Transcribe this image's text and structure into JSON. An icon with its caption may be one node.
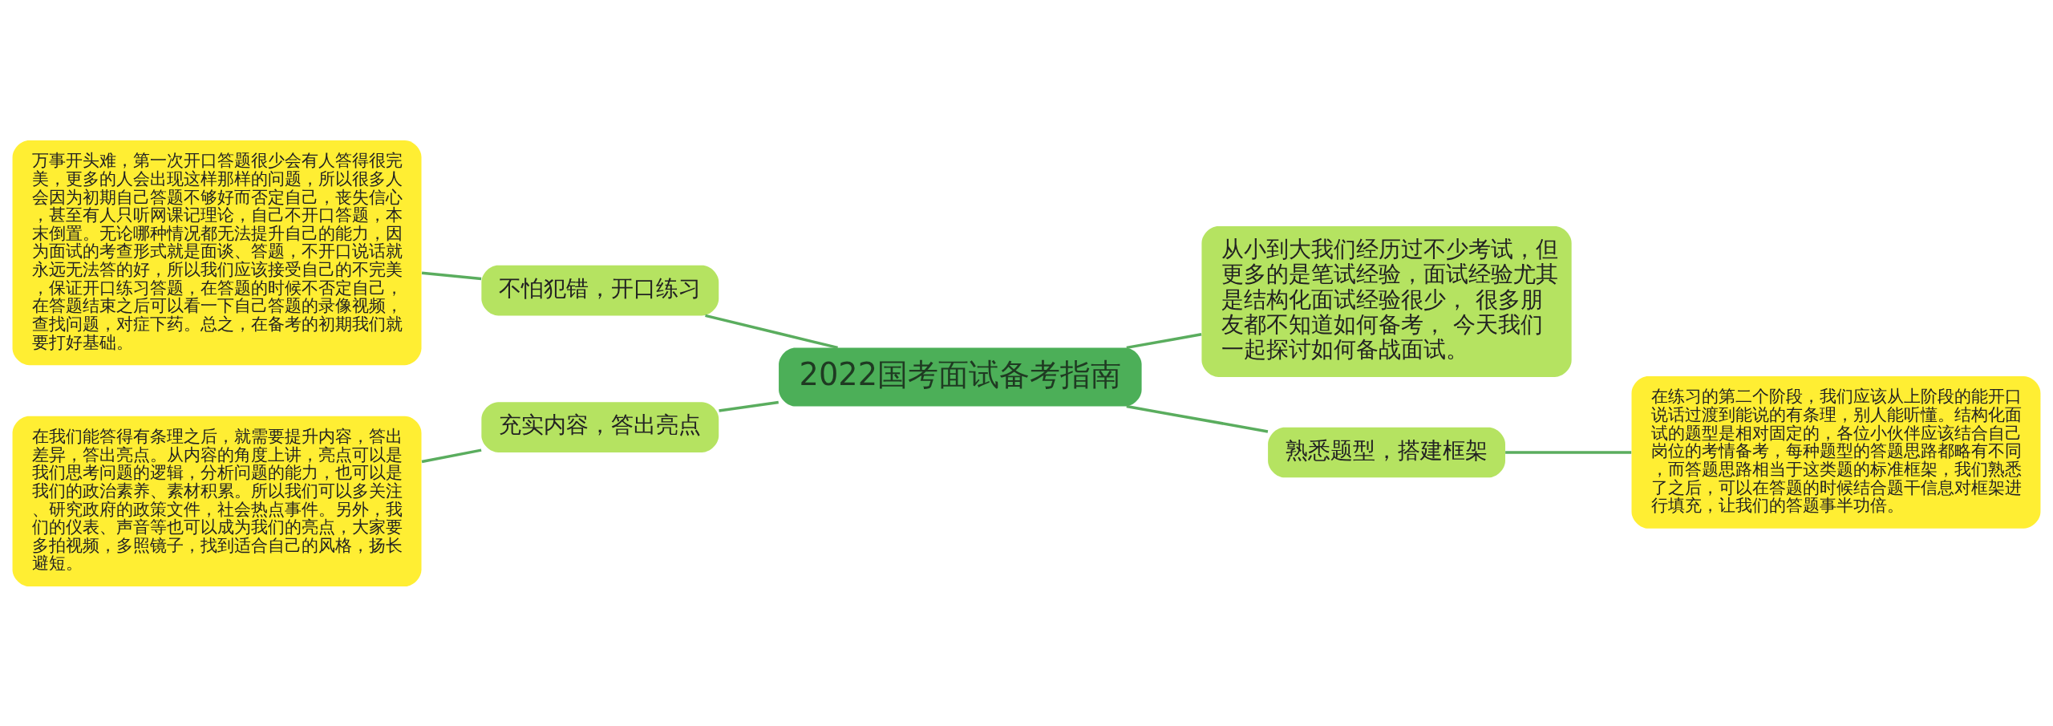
{
  "diagram": {
    "nodes": [
      {
        "text": [
          "2022国考面试备考指南"
        ]
      },
      {
        "text": [
          "不怕犯错，开口练习"
        ]
      },
      {
        "text": [
          "万事开头难，第一次开口答题很少会有人答得很完美，更多的人会出现这样那样的问题，所以很多人会因为初期自己答题不够好而否定自己，丧失信心，甚至有人只听网课记理论，自己不开口答题，本末倒置。无论哪种情况都无法提升自己的能力，因为面试的考查形式就是面谈、答题，不开口说话就永远无法答的好，所以我们应该接受自己的不完美，保证开口练习答题，在答题的时候不否定自己，在答题结束之后可以看一下自己答题的录像视频，查找问题，对症下药。总之，在备考的初期我们就要打好基础。"
        ]
      },
      {
        "text": [
          "充实内容，答出亮点"
        ]
      },
      {
        "text": [
          "在我们能答得有条理之后，就需要提升内容，答出差异，答出亮点。从内容的角度上讲，亮点可以是我们思考问题的逻辑，分析问题的能力，也可以是我们的政治素养、素材积累。所以我们可以多关注、研究政府的政策文件，社会热点事件。另外，我们的仪表、声音等也可以成为我们的亮点，大家要多拍视频，多照镜子，找到适合自己的风格，扬长避短。"
        ]
      },
      {
        "text": [
          "从小到大我们经历过不少考试，但更多的是笔试经验，面试经验尤其是结构化面试经验很少， 很多朋友都不知道如何备考， 今天我们一起探讨如何备战面试。"
        ]
      },
      {
        "text": [
          "熟悉题型，搭建框架"
        ]
      },
      {
        "text": [
          "在练习的第二个阶段，我们应该从上阶段的能开口说话过渡到能说的有条理，别人能听懂。结构化面试的题型是相对固定的，各位小伙伴应该结合自己岗位的考情备考，每种题型的答题思路都略有不同，而答题思路相当于这类题的标准框架，我们熟悉了之后，可以在答题的时候结合题干信息对框架进行填充，让我们的答题事半功倍。"
        ]
      }
    ],
    "edges": [
      {
        "from": 0,
        "to": 1,
        "arrow": "none"
      },
      {
        "from": 1,
        "to": 2,
        "arrow": "none"
      },
      {
        "from": 0,
        "to": 3,
        "arrow": "none"
      },
      {
        "from": 3,
        "to": 4,
        "arrow": "none"
      },
      {
        "from": 0,
        "to": 5,
        "arrow": "none"
      },
      {
        "from": 0,
        "to": 6,
        "arrow": "none"
      },
      {
        "from": 6,
        "to": 7,
        "arrow": "none"
      }
    ]
  }
}
